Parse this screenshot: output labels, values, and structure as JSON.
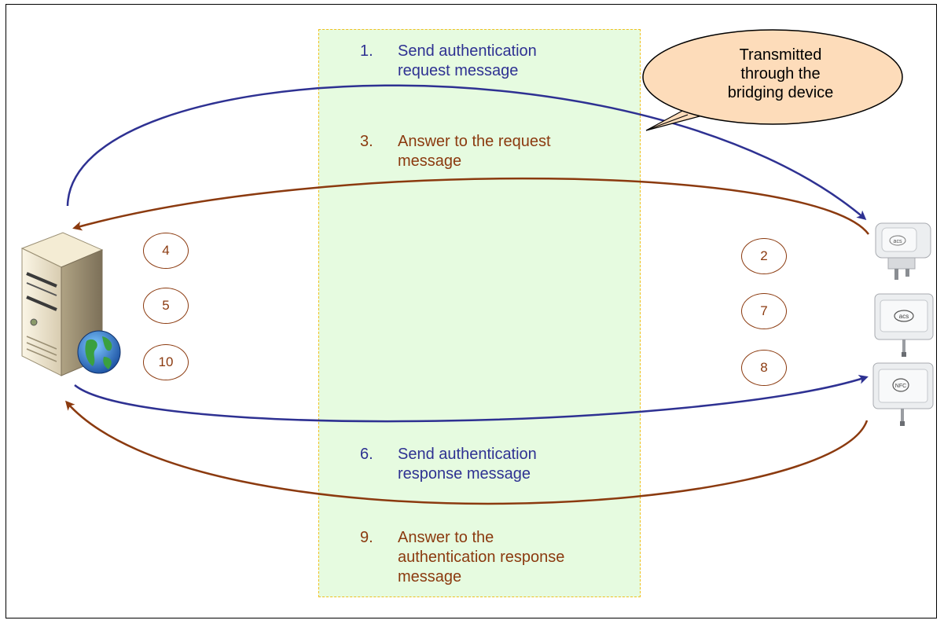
{
  "steps": [
    {
      "num": "1.",
      "lines": [
        "Send authentication",
        "request message"
      ],
      "color": "#2e3192"
    },
    {
      "num": "3.",
      "lines": [
        "Answer to the request",
        "message"
      ],
      "color": "#8b3a0f"
    },
    {
      "num": "6.",
      "lines": [
        "Send authentication",
        "response message"
      ],
      "color": "#2e3192"
    },
    {
      "num": "9.",
      "lines": [
        "Answer to the",
        "authentication response",
        "message"
      ],
      "color": "#8b3a0f"
    }
  ],
  "callout": {
    "lines": [
      "Transmitted",
      "through the",
      "bridging device"
    ],
    "fill": "#fddcba"
  },
  "server_badges": [
    "4",
    "5",
    "10"
  ],
  "device_badges": [
    "2",
    "7",
    "8"
  ],
  "devices": [
    {
      "icon": "card-reader-icon",
      "label": "acs"
    },
    {
      "icon": "card-reader-icon",
      "label": "acs"
    },
    {
      "icon": "nfc-reader-icon",
      "label": "NFC"
    }
  ],
  "colors": {
    "request": "#2e3192",
    "answer": "#8b3a0f",
    "bridge_zone": "#e6fbe0",
    "bridge_border": "#f0c020"
  }
}
